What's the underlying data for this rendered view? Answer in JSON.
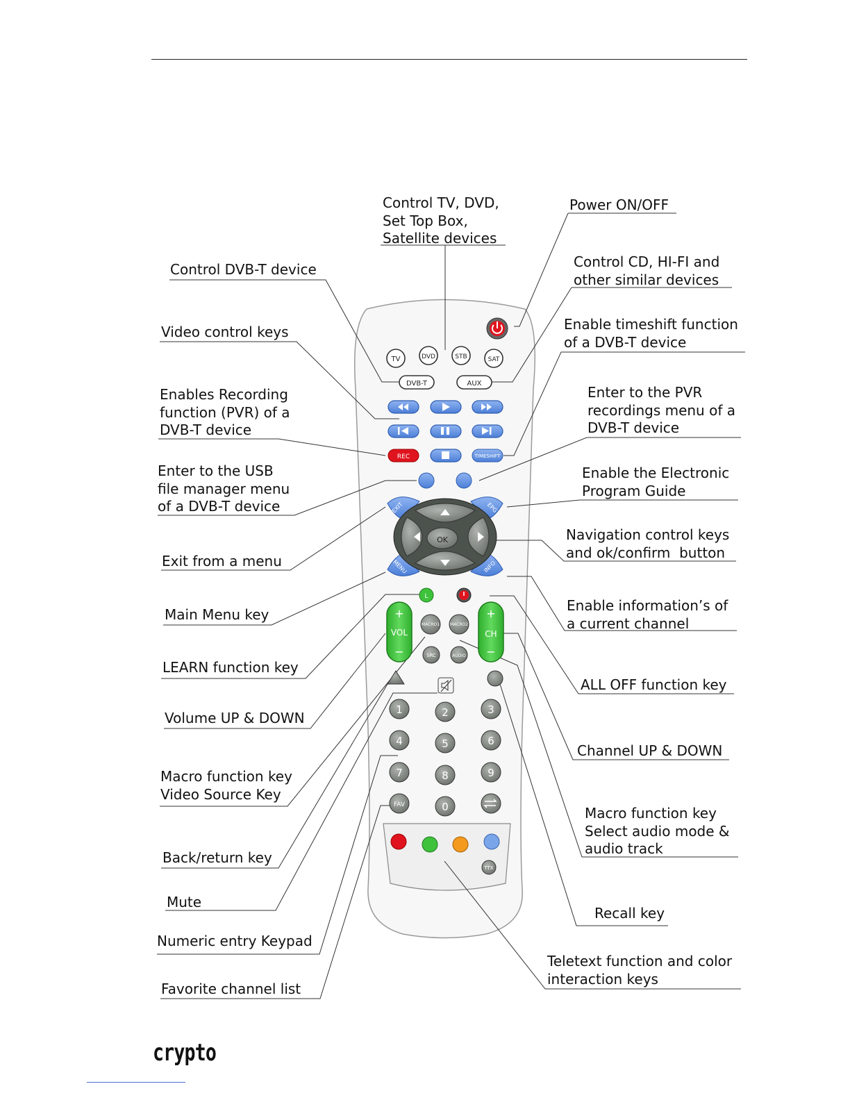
{
  "callouts": {
    "control_tv": "Control TV, DVD,\nSet Top Box,\nSatellite devices",
    "power": "Power ON/OFF",
    "control_dvbt": "Control DVB-T device",
    "control_cd": "Control CD, HI-FI and\nother similar devices",
    "video_keys": "Video control keys",
    "timeshift": "Enable timeshift function\nof a DVB-T device",
    "recording": "Enables Recording\nfunction (PVR) of a\nDVB-T device",
    "pvr_menu": "Enter to the PVR\nrecordings menu of a\nDVB-T device",
    "usb": "Enter to the USB\nfile manager menu\nof a DVB-T device",
    "epg": "Enable the Electronic\nProgram Guide",
    "exit": "Exit from a menu",
    "navigation": "Navigation control keys\nand ok/confirm  button",
    "main_menu": "Main Menu key",
    "info": "Enable information’s of\na current channel",
    "learn": "LEARN function key",
    "all_off": "ALL OFF function key",
    "volume": "Volume UP & DOWN",
    "channel": "Channel UP & DOWN",
    "macro_video": "Macro function key\nVideo Source Key",
    "macro_audio": "Macro function key\nSelect audio mode &\naudio track",
    "back": "Back/return key",
    "recall": "Recall key",
    "mute": "Mute",
    "keypad": "Numeric entry Keypad",
    "teletext": "Teletext function and color\ninteraction keys",
    "favorite": "Favorite channel list"
  },
  "keys": {
    "tv": "TV",
    "dvd": "DVD",
    "stb": "STB",
    "sat": "SAT",
    "dvbt": "DVB-T",
    "aux": "AUX",
    "rec": "REC",
    "timeshift": "TIMESHIFT",
    "exit": "EXIT",
    "epg": "EPG",
    "menu": "MENU",
    "info": "INFO",
    "ok": "OK",
    "learn": "L",
    "vol": "VOL",
    "ch": "CH",
    "plus": "+",
    "minus": "−",
    "macro1": "MACRO1",
    "macro2": "MACRO2",
    "src": "SRC",
    "audio": "AUDIO",
    "digits": [
      "1",
      "2",
      "3",
      "4",
      "5",
      "6",
      "7",
      "8",
      "9",
      "0"
    ],
    "fav": "FAV",
    "ttx": "TTX"
  },
  "colors": {
    "red": "#e0141e",
    "green": "#3ec23c",
    "orange": "#f39a1f",
    "blue": "#7aa5e8",
    "nav_blue": "#6f97e3",
    "grey_key": "#8a8f8a"
  },
  "brand": "crypto"
}
